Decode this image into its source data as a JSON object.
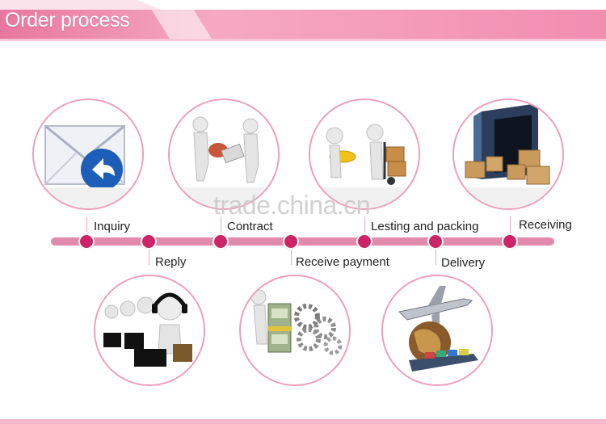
{
  "header": {
    "title": "Order process"
  },
  "watermark": "trade.china.cn",
  "colors": {
    "accent": "#cc2466",
    "track": "#e18aab",
    "banner": "#f08fb0"
  },
  "steps": [
    {
      "label": "Inquiry",
      "icon": "envelope-icon"
    },
    {
      "label": "Reply",
      "icon": "headset-agents-icon"
    },
    {
      "label": "Contract",
      "icon": "handshake-figures-icon"
    },
    {
      "label": "Receive payment",
      "icon": "money-gears-icon"
    },
    {
      "label": "Lesting and packing",
      "icon": "figures-hand-truck-icon"
    },
    {
      "label": "Delivery",
      "icon": "airplane-globe-ship-icon"
    },
    {
      "label": "Receiving",
      "icon": "container-boxes-icon"
    }
  ]
}
